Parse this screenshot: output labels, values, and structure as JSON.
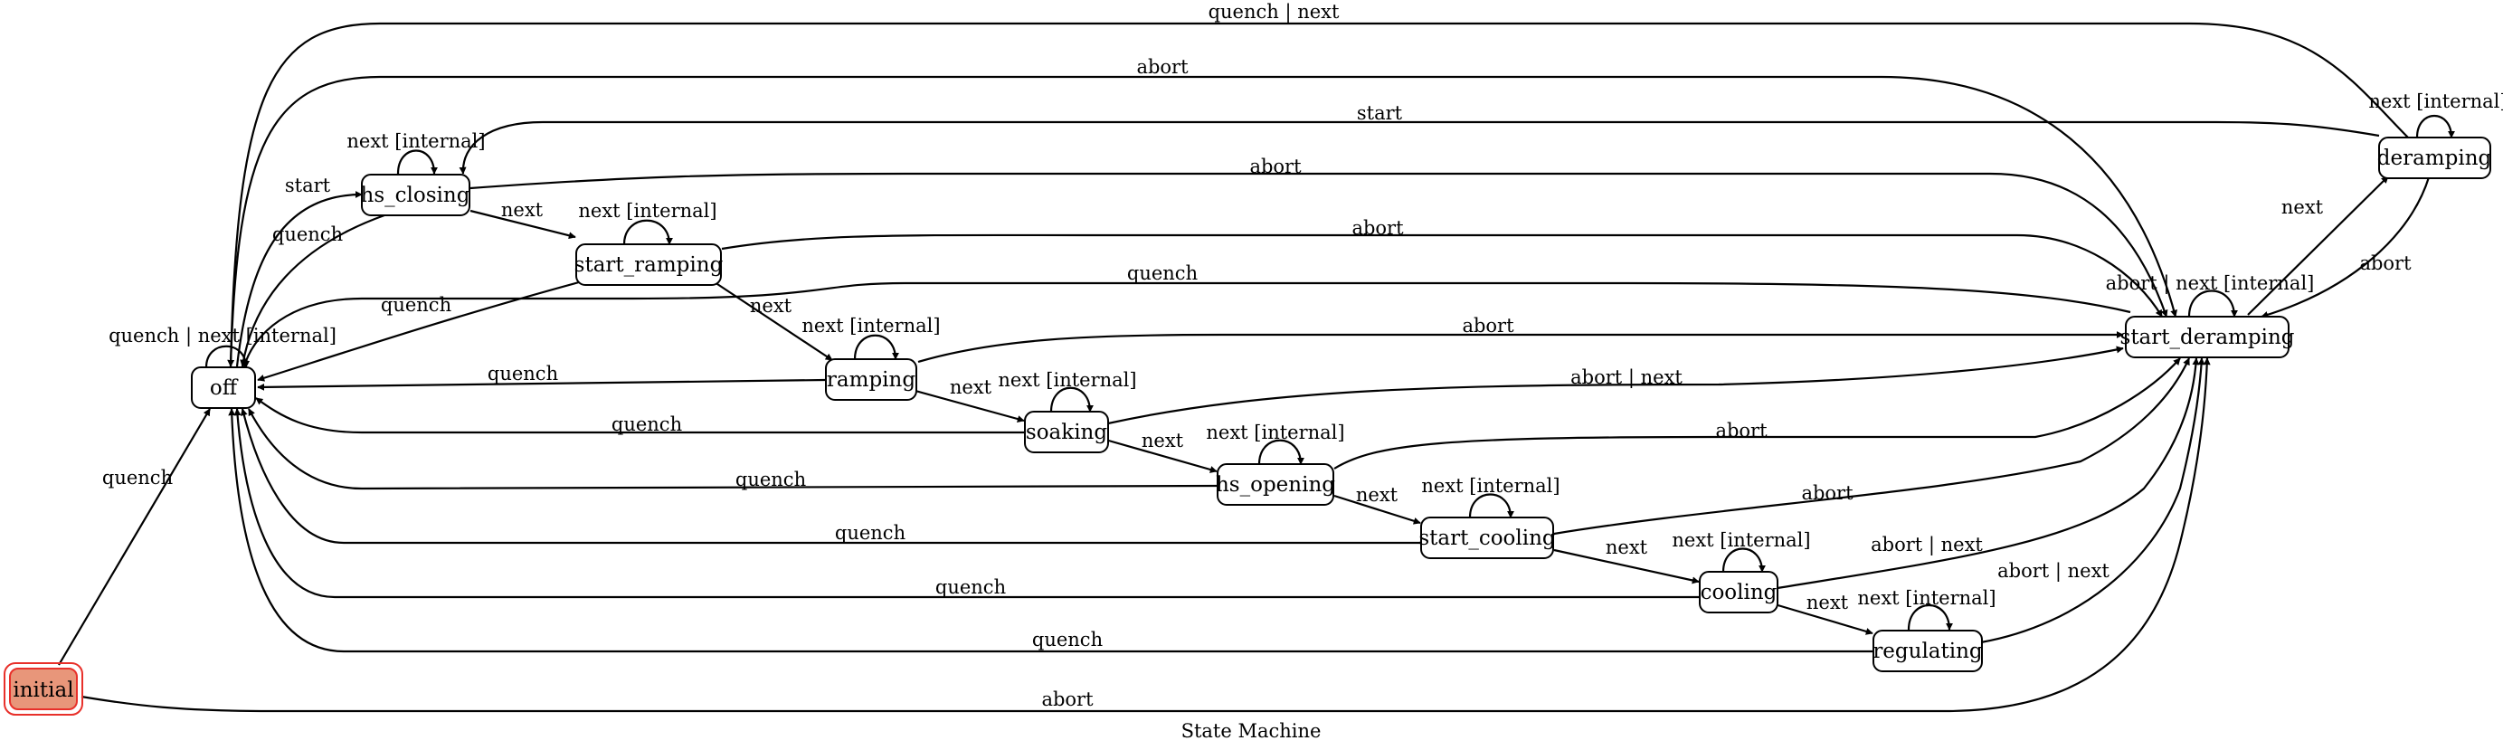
{
  "caption": "State Machine",
  "colors": {
    "initial_fill": "#e8967a",
    "initial_border": "#e8302a",
    "line": "#000000"
  },
  "nodes": {
    "initial": "initial",
    "off": "off",
    "hs_closing": "hs_closing",
    "start_ramping": "start_ramping",
    "ramping": "ramping",
    "soaking": "soaking",
    "hs_opening": "hs_opening",
    "start_cooling": "start_cooling",
    "cooling": "cooling",
    "regulating": "regulating",
    "start_deramping": "start_deramping",
    "deramping": "deramping"
  },
  "edge_labels": {
    "deramping_off": "quench | next",
    "start_deramping_off_abort_loop": "abort",
    "deramping_self": "next [internal]",
    "deramping_hs_closing": "start",
    "hs_closing_self": "next [internal]",
    "hs_closing_start_deramping": "abort",
    "off_hs_closing": "start",
    "start_deramping_deramping": "next",
    "hs_closing_off": "quench",
    "hs_closing_start_ramping": "next",
    "start_ramping_self": "next [internal]",
    "start_ramping_start_deramping": "abort",
    "deramping_start_deramping": "abort",
    "start_ramping_off": "quench",
    "start_deramping_off": "quench",
    "start_deramping_self": "abort | next [internal]",
    "start_ramping_ramping": "next",
    "off_self": "quench | next [internal]",
    "ramping_self": "next [internal]",
    "ramping_start_deramping": "abort",
    "ramping_off": "quench",
    "soaking_self": "next [internal]",
    "ramping_soaking": "next",
    "soaking_start_deramping": "abort | next",
    "soaking_off": "quench",
    "hs_opening_self": "next [internal]",
    "soaking_hs_opening": "next",
    "hs_opening_start_deramping": "abort",
    "initial_off": "quench",
    "hs_opening_off": "quench",
    "start_cooling_self": "next [internal]",
    "hs_opening_start_cooling": "next",
    "start_cooling_start_deramping": "abort",
    "start_cooling_off": "quench",
    "cooling_self": "next [internal]",
    "start_cooling_cooling": "next",
    "cooling_start_deramping": "abort | next",
    "cooling_off": "quench",
    "regulating_self": "next [internal]",
    "cooling_regulating": "next",
    "regulating_start_deramping": "abort | next",
    "regulating_off": "quench",
    "initial_start_deramping": "abort"
  }
}
